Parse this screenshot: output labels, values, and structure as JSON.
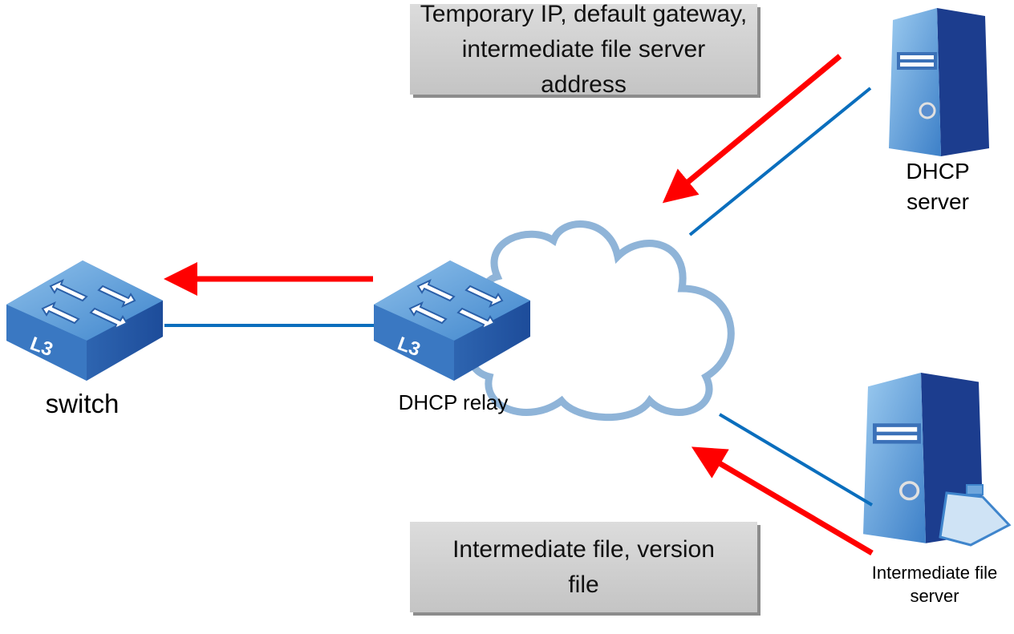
{
  "labels": {
    "top_box": "Temporary IP, default gateway, intermediate file server address",
    "bottom_box": "Intermediate file, version file",
    "switch": "switch",
    "relay": "DHCP relay",
    "dhcp_server": "DHCP server",
    "file_server": "Intermediate file server",
    "switch_badge": "L3"
  },
  "colors": {
    "request_line": "#0a6ebd",
    "response_arrow": "#ff0000",
    "device_blue": "#2e6fc0"
  }
}
